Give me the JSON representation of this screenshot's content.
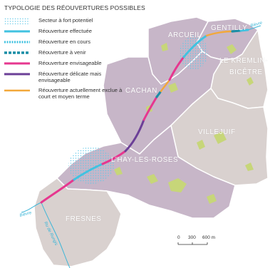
{
  "legend": {
    "title": "TYPOLOGIE DES RÉOUVERTURES POSSIBLES",
    "items": [
      {
        "label": "Secteur à fort potentiel",
        "style": "dots"
      },
      {
        "label": "Réouverture effectuée",
        "style": "solid-cyan"
      },
      {
        "label": "Réouverture en cours",
        "style": "dash-cyan"
      },
      {
        "label": "Réouverture à venir",
        "style": "dash-teal"
      },
      {
        "label": "Réouverture envisageable",
        "style": "pink"
      },
      {
        "label": "Réouverture délicate mais envisageable",
        "style": "purple"
      },
      {
        "label": "Réouverture actuellement exclue à court et moyen terme",
        "style": "orange"
      }
    ]
  },
  "places": {
    "arcueil": "ARCUEIL",
    "gentilly": "GENTILLY",
    "kremlin_1": "LE KREMLIN-",
    "kremlin_2": "BICÊTRE",
    "cachan": "CACHAN",
    "villejuif": "VILLEJUIF",
    "hay": "L'HAY-LES-ROSES",
    "fresnes": "FRESNES"
  },
  "rivers": {
    "bievre_top": "Bièvre",
    "bievre_left": "Bièvre",
    "rungis": "Ru de Rungis"
  },
  "scale": {
    "zero": "0",
    "mid": "300",
    "end": "600 m"
  },
  "colors": {
    "purple_area": "#c7b6c8",
    "grey_area": "#d9d1cf",
    "border": "#ffffff",
    "green": "#c7d679",
    "river": "#3cb6d8",
    "cyan": "#41c2e0",
    "teal": "#1b8ea6",
    "pink": "#e6378f",
    "purple": "#6b3f97",
    "orange": "#f2a83a"
  }
}
